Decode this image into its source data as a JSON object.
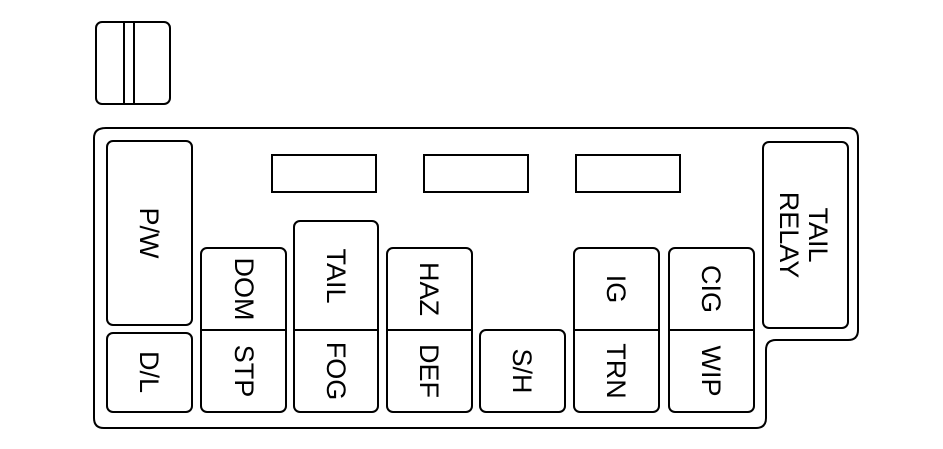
{
  "fuses": {
    "pw": "P/W",
    "dl": "D/L",
    "dom": "DOM",
    "stp": "STP",
    "tail": "TAIL",
    "fog": "FOG",
    "haz": "HAZ",
    "def": "DEF",
    "sh": "S/H",
    "ig": "IG",
    "trn": "TRN",
    "cig": "CIG",
    "wip": "WIP"
  },
  "relay": {
    "line1": "TAIL",
    "line2": "RELAY"
  }
}
